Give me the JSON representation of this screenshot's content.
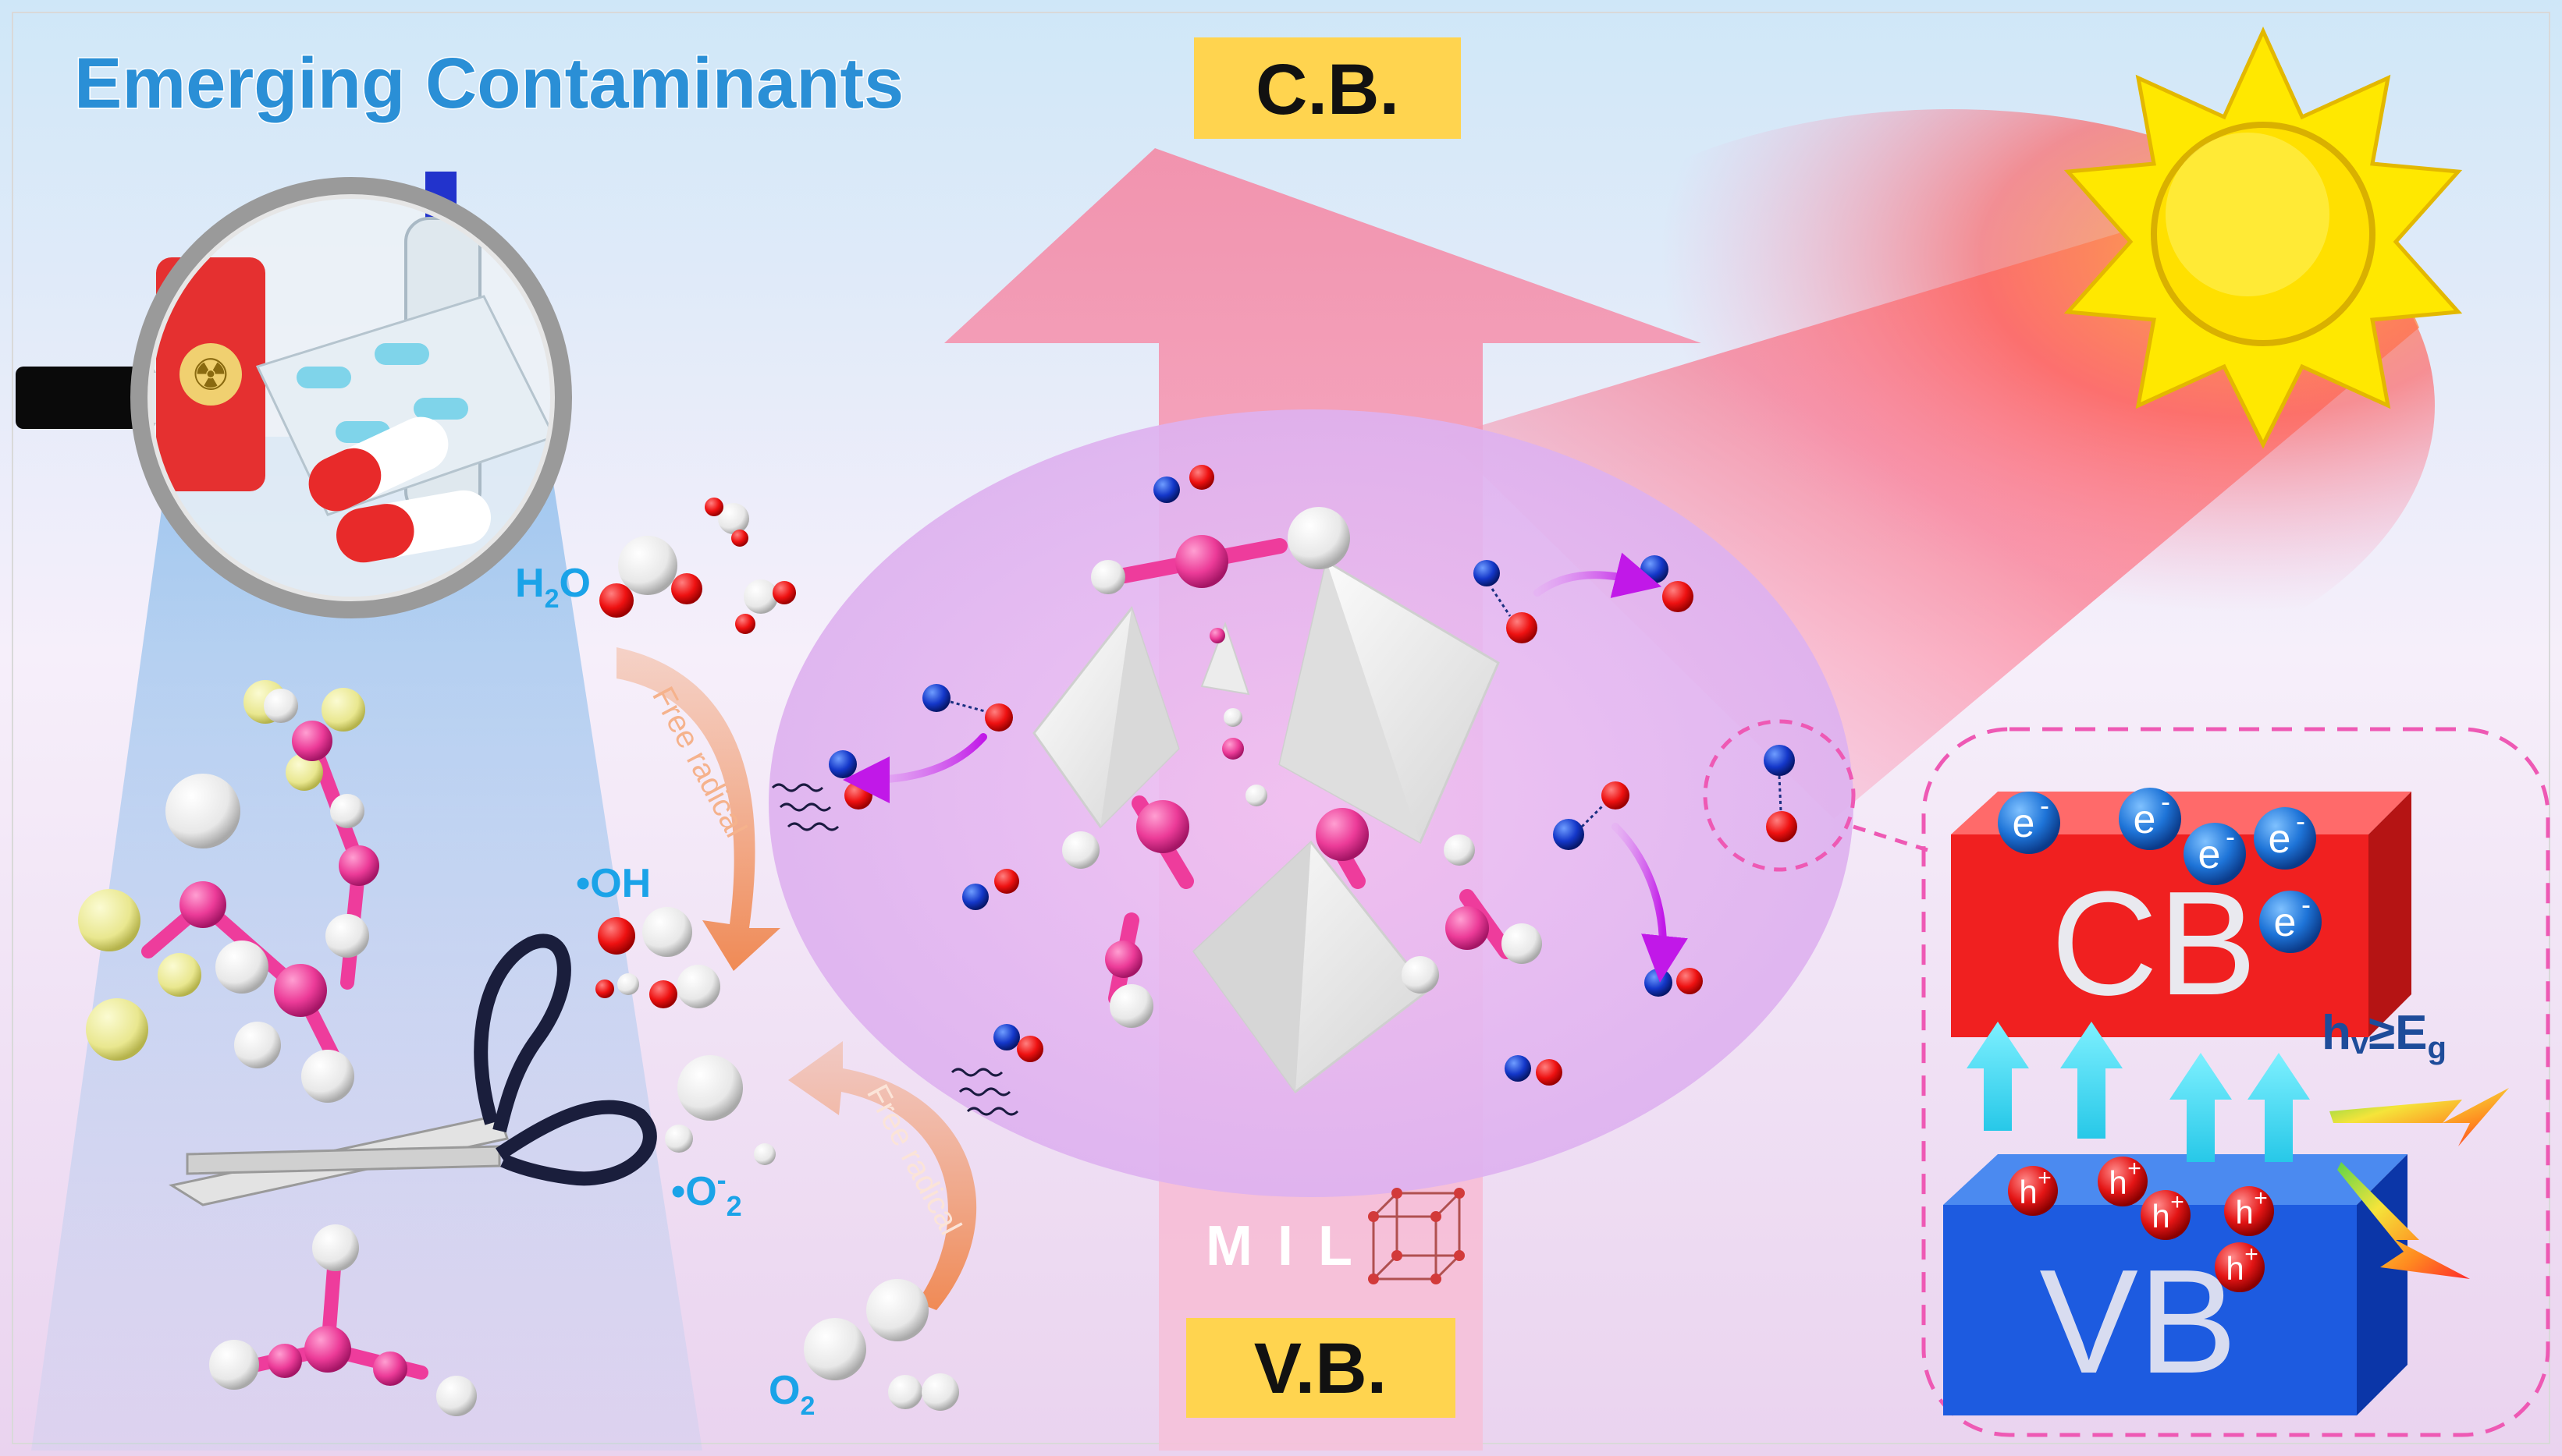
{
  "title": "Emerging Contaminants",
  "cb_label": "C.B.",
  "vb_label": "V.B.",
  "mil_label": "M I L",
  "species": {
    "h2o": {
      "main": "H",
      "sub1": "2",
      "rest": "O"
    },
    "oh": "•OH",
    "o2_radical": {
      "main": "•O",
      "sup": "-",
      "sub": "2"
    },
    "o2": {
      "main": "O",
      "sub": "2"
    }
  },
  "free_radical_top": "Free radical",
  "free_radical_bottom": "Free radical",
  "band_diagram": {
    "cb": "CB",
    "vb": "VB",
    "electron": "e",
    "electron_charge": "-",
    "hole": "h",
    "hole_charge": "+",
    "excitation": {
      "h": "h",
      "v": "v",
      "rel": "≥E",
      "g": "g"
    }
  },
  "colors": {
    "title_blue": "#2a8fd6",
    "label_cyan": "#1aa3e8",
    "label_box_yellow": "#ffd44f",
    "cb_red": "#f02020",
    "vb_blue": "#1d5be0",
    "sun_yellow": "#ffe800",
    "pink_bond": "#ee3c9c",
    "arrow_pink": "#f7a8be",
    "dashed_pink": "#ee59b4"
  }
}
